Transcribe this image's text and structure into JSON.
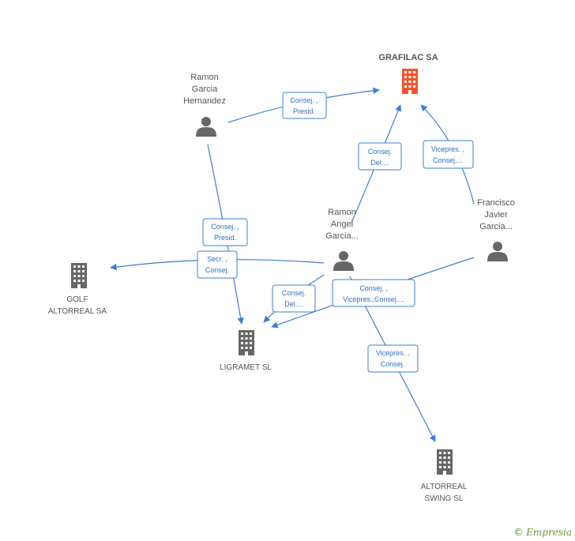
{
  "nodes": {
    "grafilac": {
      "label": [
        "GRAFILAC SA"
      ],
      "color": "#f2552c"
    },
    "ramon_garcia": {
      "label": [
        "Ramon",
        "Garcia",
        "Hernandez"
      ]
    },
    "ramon_angel": {
      "label": [
        "Ramon",
        "Angel",
        "Garcia..."
      ]
    },
    "francisco": {
      "label": [
        "Francisco",
        "Javier",
        "Garcia..."
      ]
    },
    "golf": {
      "label": [
        "GOLF",
        "ALTORREAL SA"
      ]
    },
    "ligramet": {
      "label": [
        "LIGRAMET SL"
      ]
    },
    "altorreal_swing": {
      "label": [
        "ALTORREAL",
        "SWING  SL"
      ]
    }
  },
  "roles": {
    "r1": [
      "Consej. ,",
      "Presid."
    ],
    "r2": [
      "Consej.",
      "Del...."
    ],
    "r3": [
      "Vicepres. ,",
      "Consej...."
    ],
    "r4": [
      "Consej. ,",
      "Presid."
    ],
    "r5": [
      "Secr. ,",
      "Consej."
    ],
    "r6": [
      "Consej.",
      "Del...."
    ],
    "r7": [
      "Consej. ,",
      "Vicepres.,Consej...."
    ],
    "r8": [
      "Vicepres. ,",
      "Consej."
    ]
  },
  "colors": {
    "edge": "#3a7fd5",
    "person": "#666666",
    "company": "#666666",
    "highlight": "#f2552c"
  },
  "footer": {
    "copyright": "©",
    "brand": "Empresia"
  }
}
